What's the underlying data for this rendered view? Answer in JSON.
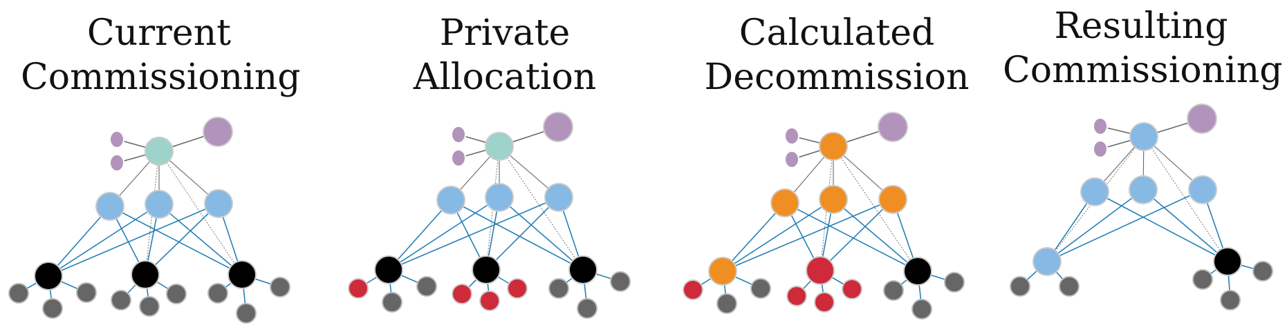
{
  "colors": {
    "teal": "#9dd3ca",
    "blue": "#86b9e3",
    "purple": "#b293bb",
    "black": "#000000",
    "gray": "#666666",
    "red": "#cf2a3a",
    "orange": "#ef8f23",
    "edge_blue": "#2480b6",
    "edge_gray": "#666666"
  },
  "panels": [
    {
      "title": [
        "Current",
        "Commissioning"
      ],
      "nodes": [
        {
          "id": "p1",
          "kind": "purple-small"
        },
        {
          "id": "p2",
          "kind": "purple-small"
        },
        {
          "id": "pb",
          "kind": "purple-large"
        },
        {
          "id": "top",
          "kind": "teal"
        },
        {
          "id": "m1",
          "kind": "blue"
        },
        {
          "id": "m2",
          "kind": "blue"
        },
        {
          "id": "m3",
          "kind": "blue"
        },
        {
          "id": "b1",
          "kind": "black"
        },
        {
          "id": "b2",
          "kind": "black"
        },
        {
          "id": "b3",
          "kind": "black"
        },
        {
          "id": "l1",
          "kind": "gray"
        },
        {
          "id": "l2",
          "kind": "gray"
        },
        {
          "id": "l3",
          "kind": "gray"
        },
        {
          "id": "l4",
          "kind": "gray"
        },
        {
          "id": "l5",
          "kind": "gray"
        },
        {
          "id": "l6",
          "kind": "gray"
        },
        {
          "id": "l7",
          "kind": "gray"
        },
        {
          "id": "l8",
          "kind": "gray"
        },
        {
          "id": "l9",
          "kind": "gray"
        }
      ],
      "edges": [
        [
          "p1",
          "top"
        ],
        [
          "p2",
          "top"
        ],
        [
          "pb",
          "top"
        ],
        [
          "top",
          "m1"
        ],
        [
          "top",
          "m2"
        ],
        [
          "top",
          "m3"
        ],
        [
          "top",
          "b2"
        ],
        [
          "top",
          "b3"
        ],
        [
          "m1",
          "b1"
        ],
        [
          "m1",
          "b2"
        ],
        [
          "m1",
          "b3"
        ],
        [
          "m2",
          "b1"
        ],
        [
          "m2",
          "b2"
        ],
        [
          "m2",
          "b3"
        ],
        [
          "m3",
          "b1"
        ],
        [
          "m3",
          "b2"
        ],
        [
          "m3",
          "b3"
        ],
        [
          "b1",
          "l1"
        ],
        [
          "b1",
          "l2"
        ],
        [
          "b1",
          "l3"
        ],
        [
          "b2",
          "l4"
        ],
        [
          "b2",
          "l5"
        ],
        [
          "b2",
          "l6"
        ],
        [
          "b3",
          "l7"
        ],
        [
          "b3",
          "l8"
        ],
        [
          "b3",
          "l9"
        ]
      ]
    },
    {
      "title": [
        "Private",
        "Allocation"
      ],
      "nodes": [
        {
          "id": "p1",
          "kind": "purple-small"
        },
        {
          "id": "p2",
          "kind": "purple-small"
        },
        {
          "id": "pb",
          "kind": "purple-large"
        },
        {
          "id": "top",
          "kind": "teal"
        },
        {
          "id": "m1",
          "kind": "blue"
        },
        {
          "id": "m2",
          "kind": "blue"
        },
        {
          "id": "m3",
          "kind": "blue"
        },
        {
          "id": "b1",
          "kind": "black"
        },
        {
          "id": "b2",
          "kind": "black"
        },
        {
          "id": "b3",
          "kind": "black"
        },
        {
          "id": "l1",
          "kind": "red"
        },
        {
          "id": "l2",
          "kind": "gray"
        },
        {
          "id": "l3",
          "kind": "gray"
        },
        {
          "id": "l4",
          "kind": "red"
        },
        {
          "id": "l5",
          "kind": "red"
        },
        {
          "id": "l6",
          "kind": "red"
        },
        {
          "id": "l7",
          "kind": "gray"
        },
        {
          "id": "l8",
          "kind": "gray"
        },
        {
          "id": "l9",
          "kind": "gray"
        }
      ],
      "edges": [
        [
          "p1",
          "top"
        ],
        [
          "p2",
          "top"
        ],
        [
          "pb",
          "top"
        ],
        [
          "top",
          "m1"
        ],
        [
          "top",
          "m2"
        ],
        [
          "top",
          "m3"
        ],
        [
          "top",
          "b2"
        ],
        [
          "top",
          "b3"
        ],
        [
          "m1",
          "b1"
        ],
        [
          "m1",
          "b2"
        ],
        [
          "m1",
          "b3"
        ],
        [
          "m2",
          "b1"
        ],
        [
          "m2",
          "b2"
        ],
        [
          "m2",
          "b3"
        ],
        [
          "m3",
          "b1"
        ],
        [
          "m3",
          "b2"
        ],
        [
          "m3",
          "b3"
        ],
        [
          "b1",
          "l1"
        ],
        [
          "b1",
          "l2"
        ],
        [
          "b1",
          "l3"
        ],
        [
          "b2",
          "l4"
        ],
        [
          "b2",
          "l5"
        ],
        [
          "b2",
          "l6"
        ],
        [
          "b3",
          "l7"
        ],
        [
          "b3",
          "l8"
        ],
        [
          "b3",
          "l9"
        ]
      ]
    },
    {
      "title": [
        "Calculated",
        "Decommission"
      ],
      "nodes": [
        {
          "id": "p1",
          "kind": "purple-small"
        },
        {
          "id": "p2",
          "kind": "purple-small"
        },
        {
          "id": "pb",
          "kind": "purple-large"
        },
        {
          "id": "top",
          "kind": "orange"
        },
        {
          "id": "m1",
          "kind": "orange"
        },
        {
          "id": "m2",
          "kind": "orange"
        },
        {
          "id": "m3",
          "kind": "orange"
        },
        {
          "id": "b1",
          "kind": "orange"
        },
        {
          "id": "b2",
          "kind": "red-large"
        },
        {
          "id": "b3",
          "kind": "black"
        },
        {
          "id": "l1",
          "kind": "red"
        },
        {
          "id": "l2",
          "kind": "gray"
        },
        {
          "id": "l3",
          "kind": "gray"
        },
        {
          "id": "l4",
          "kind": "red"
        },
        {
          "id": "l5",
          "kind": "red"
        },
        {
          "id": "l6",
          "kind": "red"
        },
        {
          "id": "l7",
          "kind": "gray"
        },
        {
          "id": "l8",
          "kind": "gray"
        },
        {
          "id": "l9",
          "kind": "gray"
        }
      ],
      "edges": [
        [
          "p1",
          "top"
        ],
        [
          "p2",
          "top"
        ],
        [
          "pb",
          "top"
        ],
        [
          "top",
          "m1"
        ],
        [
          "top",
          "m2"
        ],
        [
          "top",
          "m3"
        ],
        [
          "top",
          "b2"
        ],
        [
          "top",
          "b3"
        ],
        [
          "m1",
          "b1"
        ],
        [
          "m1",
          "b2"
        ],
        [
          "m1",
          "b3"
        ],
        [
          "m2",
          "b1"
        ],
        [
          "m2",
          "b2"
        ],
        [
          "m2",
          "b3"
        ],
        [
          "m3",
          "b1"
        ],
        [
          "m3",
          "b2"
        ],
        [
          "m3",
          "b3"
        ],
        [
          "b1",
          "l1"
        ],
        [
          "b1",
          "l2"
        ],
        [
          "b1",
          "l3"
        ],
        [
          "b2",
          "l4"
        ],
        [
          "b2",
          "l5"
        ],
        [
          "b2",
          "l6"
        ],
        [
          "b3",
          "l7"
        ],
        [
          "b3",
          "l8"
        ],
        [
          "b3",
          "l9"
        ]
      ]
    },
    {
      "title": [
        "Resulting",
        "Commissioning"
      ],
      "nodes": [
        {
          "id": "p1",
          "kind": "purple-small"
        },
        {
          "id": "p2",
          "kind": "purple-small"
        },
        {
          "id": "pb",
          "kind": "purple-large"
        },
        {
          "id": "top",
          "kind": "blue"
        },
        {
          "id": "m1",
          "kind": "blue"
        },
        {
          "id": "m2",
          "kind": "blue"
        },
        {
          "id": "m3",
          "kind": "blue"
        },
        {
          "id": "b1",
          "kind": "blue"
        },
        {
          "id": "b3",
          "kind": "black"
        },
        {
          "id": "l2",
          "kind": "gray"
        },
        {
          "id": "l3",
          "kind": "gray"
        },
        {
          "id": "l7",
          "kind": "gray"
        },
        {
          "id": "l8",
          "kind": "gray"
        },
        {
          "id": "l9",
          "kind": "gray"
        }
      ],
      "edges": [
        [
          "p1",
          "top"
        ],
        [
          "p2",
          "top"
        ],
        [
          "pb",
          "top"
        ],
        [
          "top",
          "m1"
        ],
        [
          "top",
          "m2"
        ],
        [
          "top",
          "m3"
        ],
        [
          "top",
          "b1"
        ],
        [
          "top",
          "b3"
        ],
        [
          "m1",
          "b1"
        ],
        [
          "m1",
          "b3"
        ],
        [
          "m2",
          "b1"
        ],
        [
          "m2",
          "b3"
        ],
        [
          "m3",
          "b1"
        ],
        [
          "m3",
          "b3"
        ],
        [
          "b1",
          "l2"
        ],
        [
          "b1",
          "l3"
        ],
        [
          "b3",
          "l7"
        ],
        [
          "b3",
          "l8"
        ],
        [
          "b3",
          "l9"
        ]
      ]
    }
  ]
}
